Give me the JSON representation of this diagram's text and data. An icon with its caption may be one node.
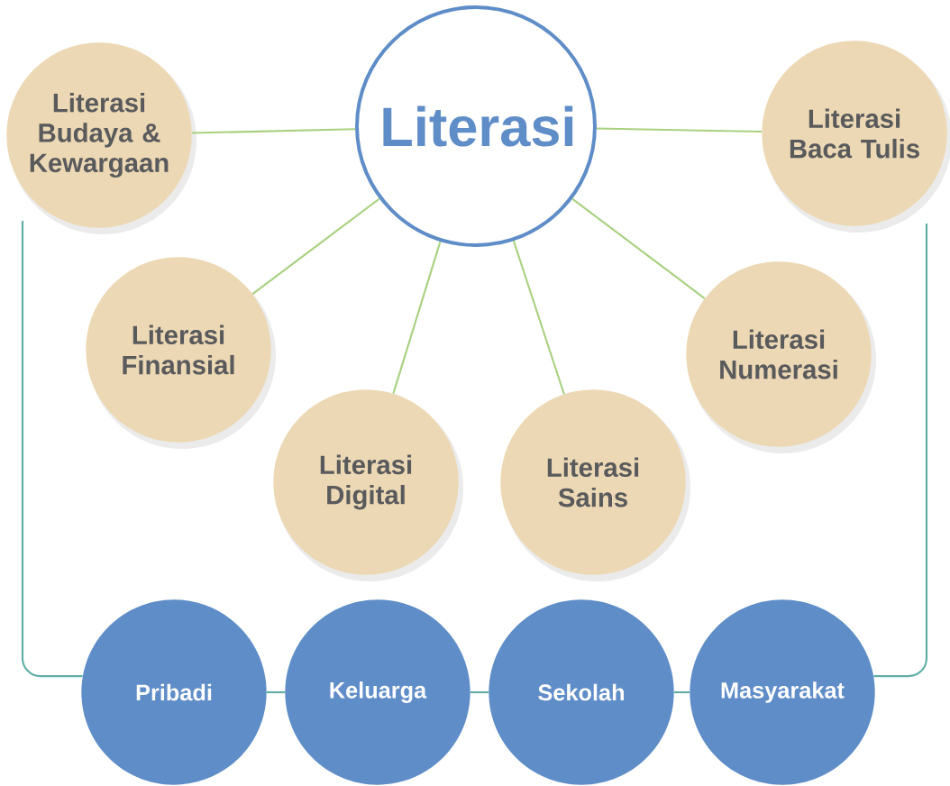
{
  "diagram": {
    "nodes": [
      {
        "text": [
          "Literasi"
        ]
      },
      {
        "text": [
          "Literasi Budaya & Kewargaan"
        ]
      },
      {
        "text": [
          "Literasi Baca Tulis"
        ]
      },
      {
        "text": [
          "Literasi Finansial"
        ]
      },
      {
        "text": [
          "Literasi Numerasi"
        ]
      },
      {
        "text": [
          "Literasi Digital"
        ]
      },
      {
        "text": [
          "Literasi Sains"
        ]
      },
      {
        "text": [
          "Pribadi"
        ]
      },
      {
        "text": [
          "Keluarga"
        ]
      },
      {
        "text": [
          "Sekolah"
        ]
      },
      {
        "text": [
          "Masyarakat"
        ]
      }
    ],
    "edges": [
      {
        "from": 0,
        "to": 1,
        "arrow": "none"
      },
      {
        "from": 0,
        "to": 2,
        "arrow": "none"
      },
      {
        "from": 0,
        "to": 3,
        "arrow": "none"
      },
      {
        "from": 0,
        "to": 4,
        "arrow": "none"
      },
      {
        "from": 0,
        "to": 5,
        "arrow": "none"
      },
      {
        "from": 0,
        "to": 6,
        "arrow": "none"
      },
      {
        "from": 1,
        "to": 7,
        "arrow": "none",
        "color": "#5fada6"
      },
      {
        "from": 7,
        "to": 8,
        "arrow": "none",
        "color": "#5fada6"
      },
      {
        "from": 8,
        "to": 9,
        "arrow": "none",
        "color": "#5fada6"
      },
      {
        "from": 9,
        "to": 10,
        "arrow": "none",
        "color": "#5fada6"
      },
      {
        "from": 10,
        "to": 2,
        "arrow": "none",
        "color": "#5fada6"
      }
    ]
  }
}
